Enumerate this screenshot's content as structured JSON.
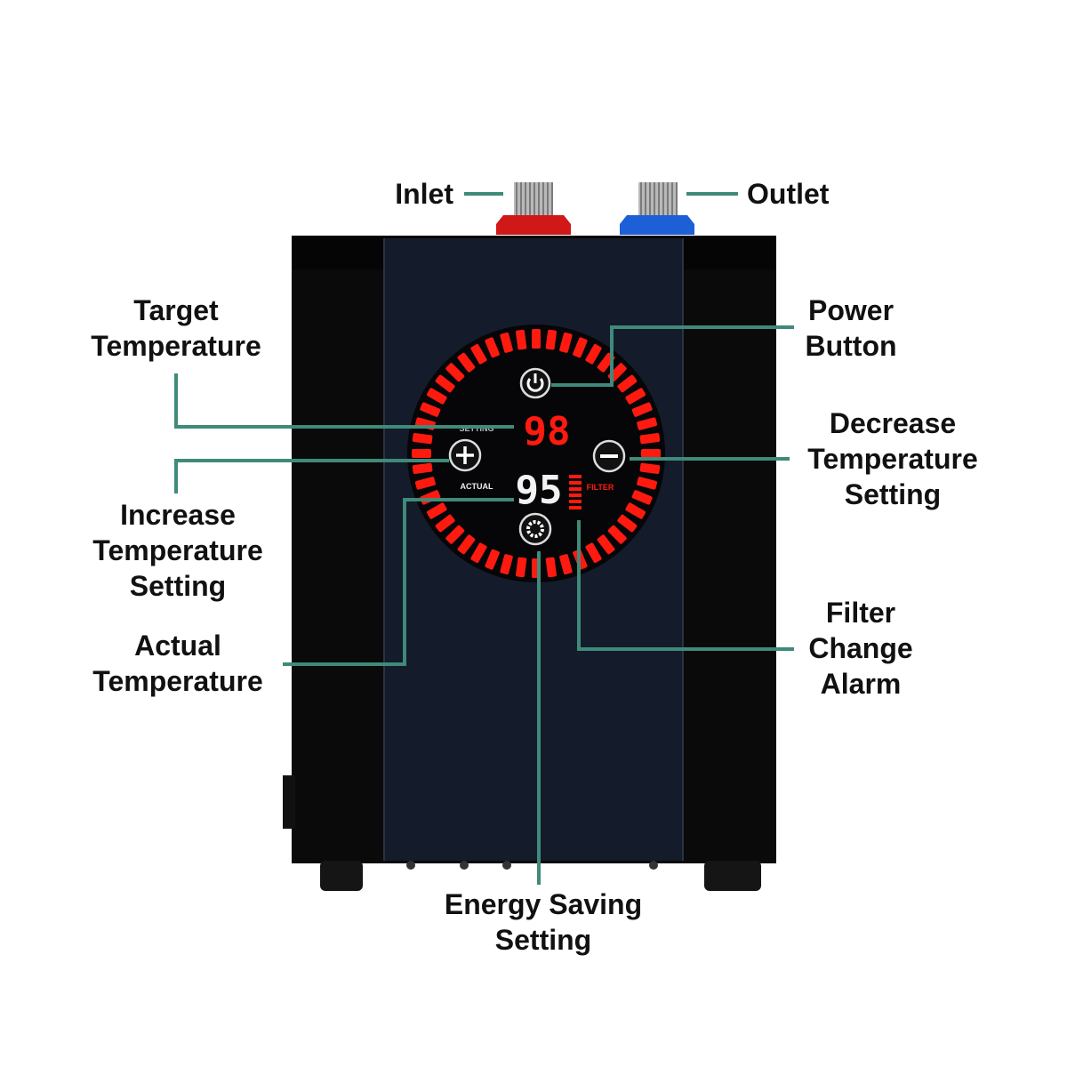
{
  "labels": {
    "inlet": "Inlet",
    "outlet": "Outlet",
    "target_temperature": [
      "Target",
      "Temperature"
    ],
    "power_button": [
      "Power",
      "Button"
    ],
    "decrease_temperature": [
      "Decrease",
      "Temperature",
      "Setting"
    ],
    "increase_temperature": [
      "Increase",
      "Temperature",
      "Setting"
    ],
    "actual_temperature": [
      "Actual",
      "Temperature"
    ],
    "filter_change_alarm": [
      "Filter",
      "Change",
      "Alarm"
    ],
    "energy_saving": [
      "Energy Saving",
      "Setting"
    ]
  },
  "panel": {
    "target_value": "98",
    "actual_value": "95",
    "setting_text": "SETTING",
    "actual_text": "ACTUAL",
    "filter_text": "FILTER"
  },
  "colors": {
    "leader": "#3f8a7a",
    "ring": "#ff1a10",
    "inlet": "#d01818",
    "outlet": "#1d5fd6"
  }
}
